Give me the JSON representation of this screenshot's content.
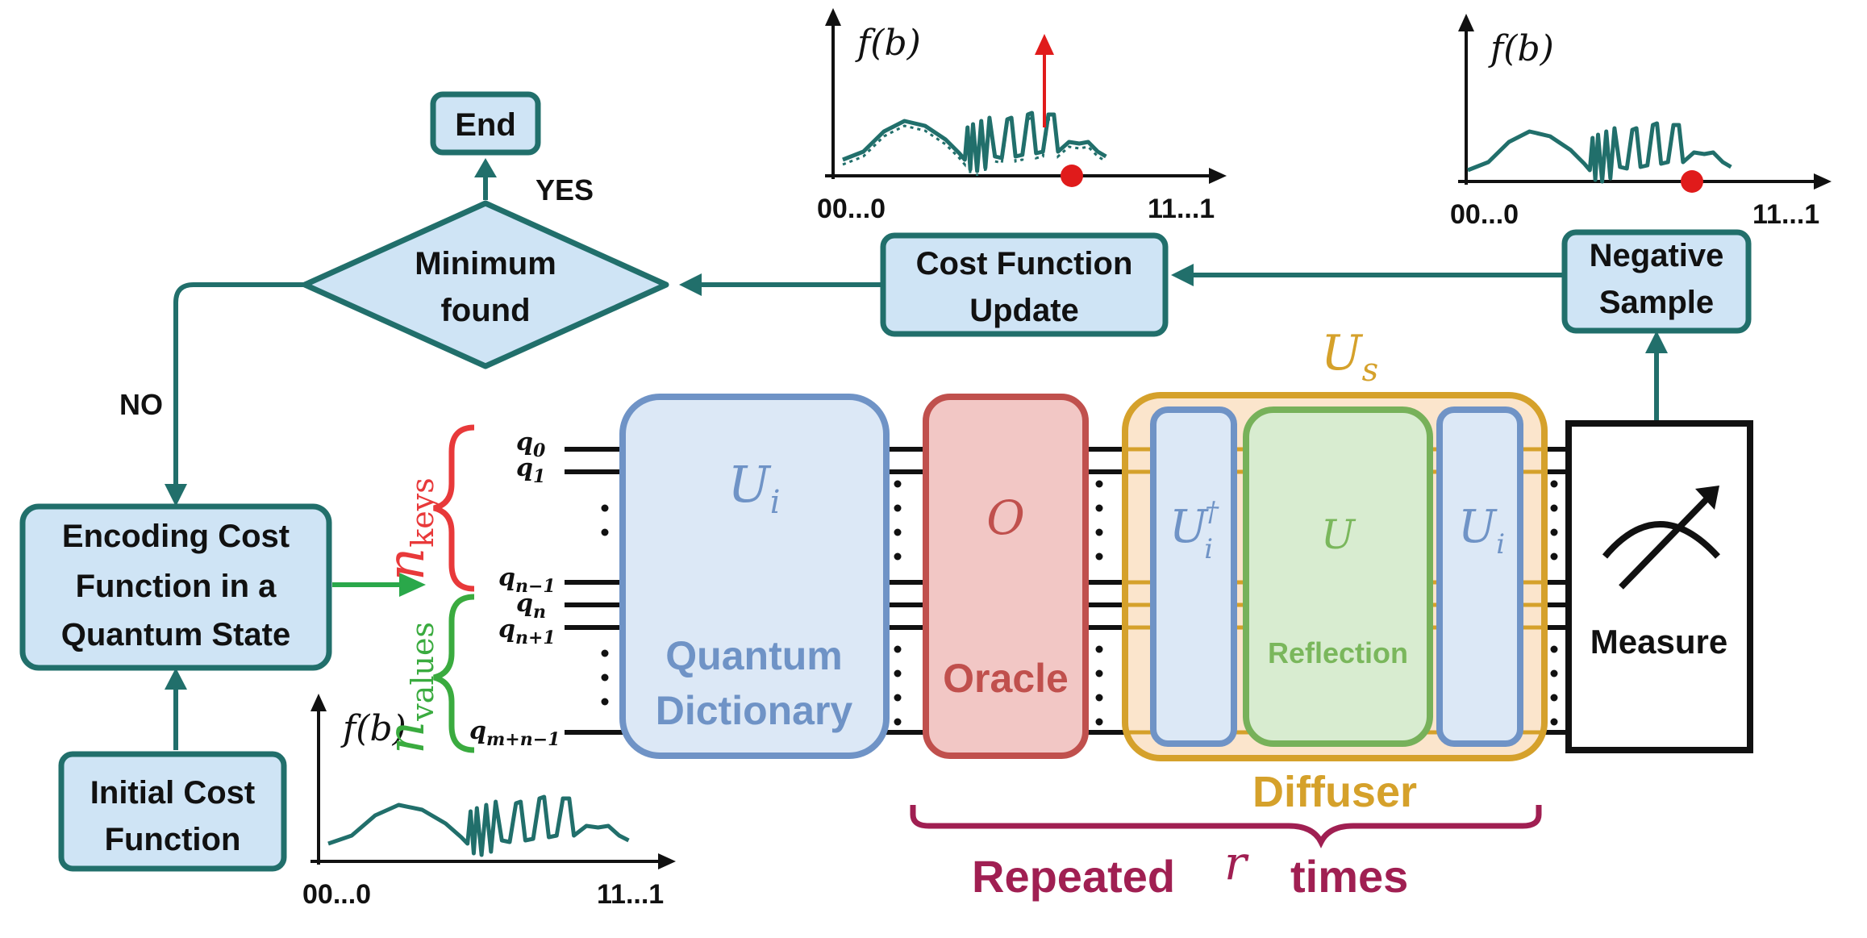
{
  "flow": {
    "end": "End",
    "yes": "YES",
    "no": "NO",
    "minimum_line1": "Minimum",
    "minimum_line2": "found",
    "cost_update_line1": "Cost Function",
    "cost_update_line2": "Update",
    "negative_line1": "Negative",
    "negative_line2": "Sample",
    "encoding_line1": "Encoding Cost",
    "encoding_line2": "Function in a",
    "encoding_line3": "Quantum State",
    "initial_line1": "Initial Cost",
    "initial_line2": "Function"
  },
  "plots": {
    "ylabel": "f(b)",
    "x_start": "00...0",
    "x_end": "11...1"
  },
  "circuit": {
    "registers": {
      "keys": "n",
      "keys_sub": "keys",
      "values": "n",
      "values_sub": "values"
    },
    "qubits": [
      {
        "label": "q",
        "sub": "0"
      },
      {
        "label": "q",
        "sub": "1"
      },
      {
        "label": "q",
        "sub": "n−1"
      },
      {
        "label": "q",
        "sub": "n"
      },
      {
        "label": "q",
        "sub": "n+1"
      },
      {
        "label": "q",
        "sub": "m+n−1"
      }
    ],
    "qd_symbol": "U",
    "qd_symbol_sub": "i",
    "qd_line1": "Quantum",
    "qd_line2": "Dictionary",
    "oracle_symbol": "O",
    "oracle_label": "Oracle",
    "us_symbol": "U",
    "us_symbol_sub": "s",
    "udag_symbol": "U",
    "udag_sub": "i",
    "udag_sup": "†",
    "u_symbol": "U",
    "reflection_label": "Reflection",
    "ui_symbol": "U",
    "ui_sub": "i",
    "diffuser_label": "Diffuser",
    "measure_label": "Measure",
    "repeated_label": "Repeated",
    "repeated_var": "r",
    "repeated_suffix": "times"
  },
  "colors": {
    "teal": "#216f6b",
    "box_fill": "#cfe4f5",
    "blue_stroke": "#6f93c6",
    "blue_fill": "#dce8f6",
    "red_stroke": "#c0504d",
    "red_fill": "#f2c7c5",
    "orange_stroke": "#d5a12b",
    "orange_fill": "#fbe5cc",
    "green_stroke": "#77b15a",
    "green_fill": "#d8ecd0",
    "green_text": "#7ab75c",
    "keys_red": "#e8393a",
    "values_green": "#3aab3f",
    "purple": "#a01f52",
    "arrow_green": "#2aa84a",
    "dot_red": "#e01b1b"
  }
}
